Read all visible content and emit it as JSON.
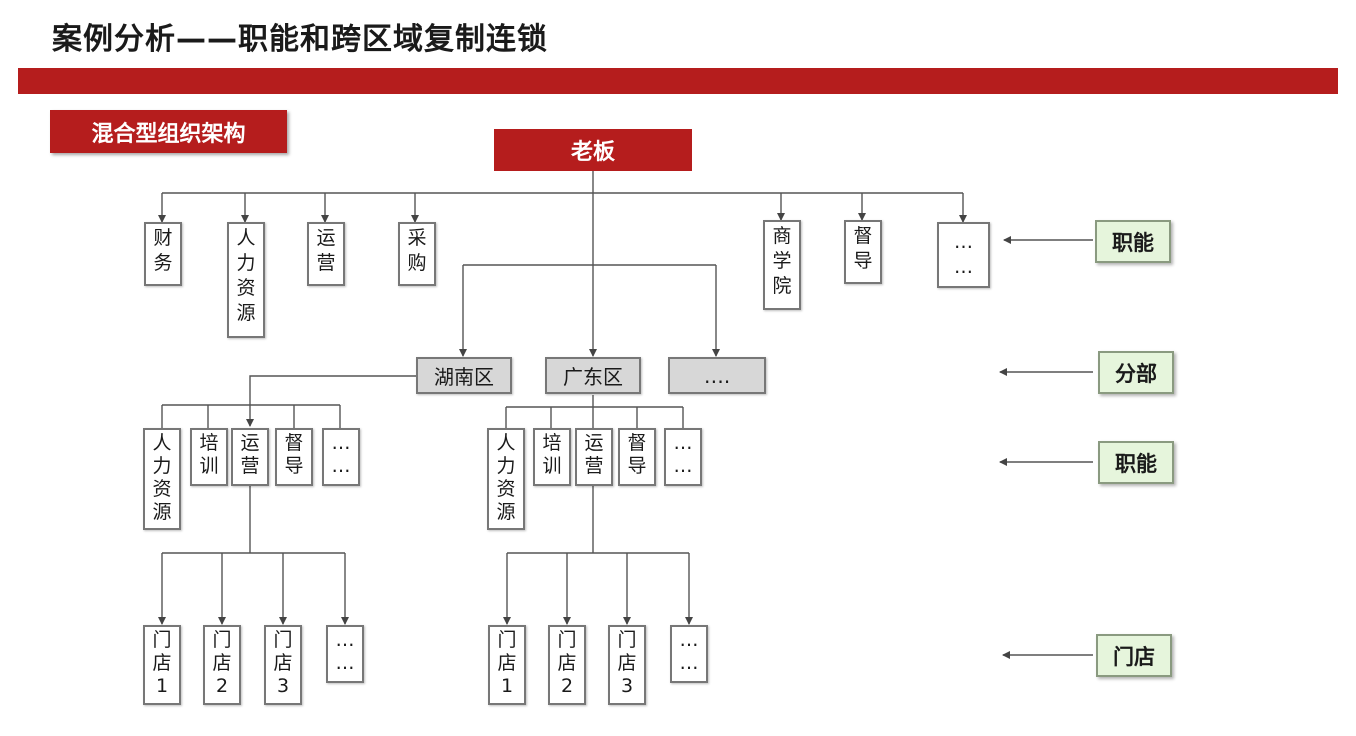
{
  "page": {
    "title": "案例分析——职能和跨区域复制连锁",
    "tag": "混合型组织架构",
    "boss": "老板",
    "hq_functions": [
      {
        "lines": [
          "财",
          "务"
        ]
      },
      {
        "lines": [
          "人",
          "力",
          "资",
          "源"
        ]
      },
      {
        "lines": [
          "运",
          "营"
        ]
      },
      {
        "lines": [
          "采",
          "购"
        ]
      },
      {
        "lines": [
          "商",
          "学",
          "院"
        ]
      },
      {
        "lines": [
          "督",
          "导"
        ]
      },
      {
        "lines": [
          "…",
          "…"
        ]
      }
    ],
    "regions": [
      "湖南区",
      "广东区",
      "…."
    ],
    "region_functions": [
      {
        "lines": [
          "人",
          "力",
          "资",
          "源"
        ]
      },
      {
        "lines": [
          "培",
          "训"
        ]
      },
      {
        "lines": [
          "运",
          "营"
        ]
      },
      {
        "lines": [
          "督",
          "导"
        ]
      },
      {
        "lines": [
          "…",
          "…"
        ]
      }
    ],
    "stores": [
      {
        "lines": [
          "门",
          "店",
          "1"
        ]
      },
      {
        "lines": [
          "门",
          "店",
          "2"
        ]
      },
      {
        "lines": [
          "门",
          "店",
          "3"
        ]
      },
      {
        "lines": [
          "…",
          "…"
        ]
      }
    ],
    "labels": [
      "职能",
      "分部",
      "职能",
      "门店"
    ]
  },
  "colors": {
    "accent_red": "#b51d1d",
    "label_green": "#e6f5dc",
    "region_gray": "#d7d7d7"
  }
}
